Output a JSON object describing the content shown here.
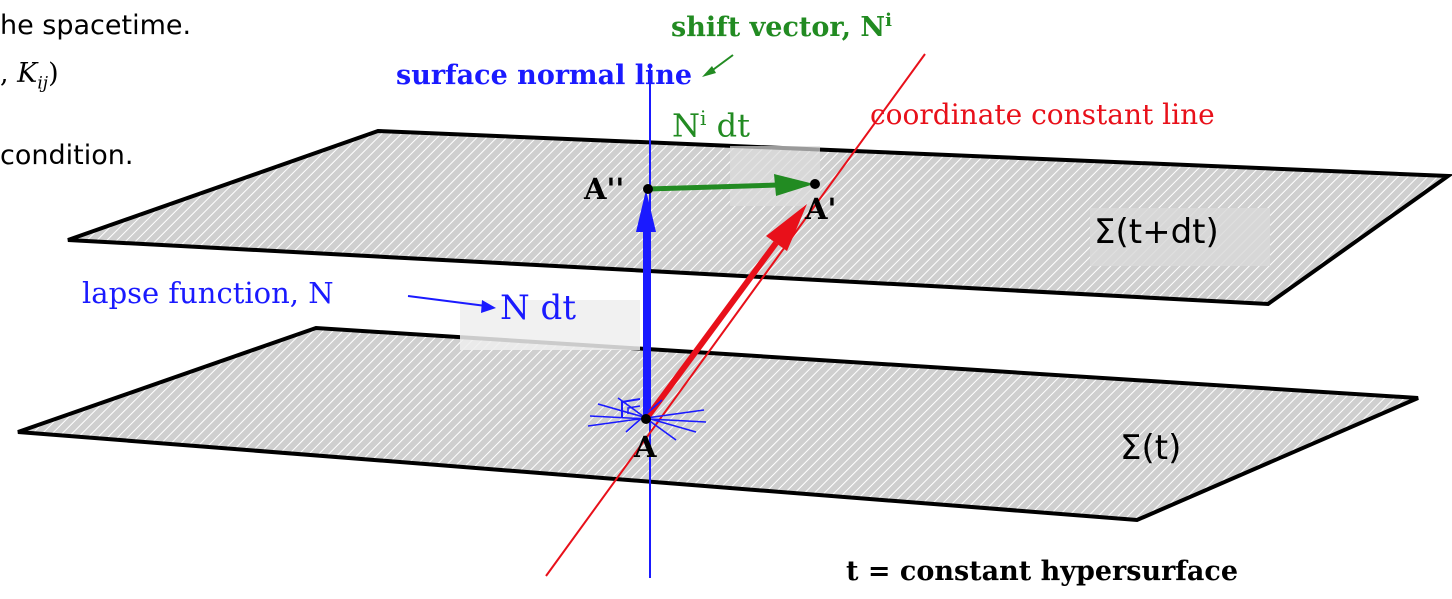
{
  "intro": {
    "line1": "he spacetime.",
    "line2_prefix": ", ",
    "line2_math_base": "K",
    "line2_math_sub": "ij",
    "line2_suffix": ")",
    "line3": "condition."
  },
  "labels": {
    "shift_vector": "shift vector, N",
    "shift_vector_sup": "i",
    "surface_normal": "surface normal line",
    "shift_dt_base": "N",
    "shift_dt_sup": "i",
    "shift_dt_suffix": " dt",
    "coordinate_line": "coordinate constant line",
    "point_a_double_prime": "A''",
    "point_a_prime": "A'",
    "point_a": "A",
    "sigma_upper": "Σ(t+dt)",
    "sigma_lower": "Σ(t)",
    "lapse_function": "lapse function, N",
    "lapse_dt": "N dt",
    "hypersurface": "t = constant hypersurface"
  },
  "colors": {
    "normal": "#1a1aff",
    "shift": "#228b22",
    "coordinate": "#e8101a",
    "surface_fill": "#c8c8c8",
    "surface_edge": "#000000"
  }
}
